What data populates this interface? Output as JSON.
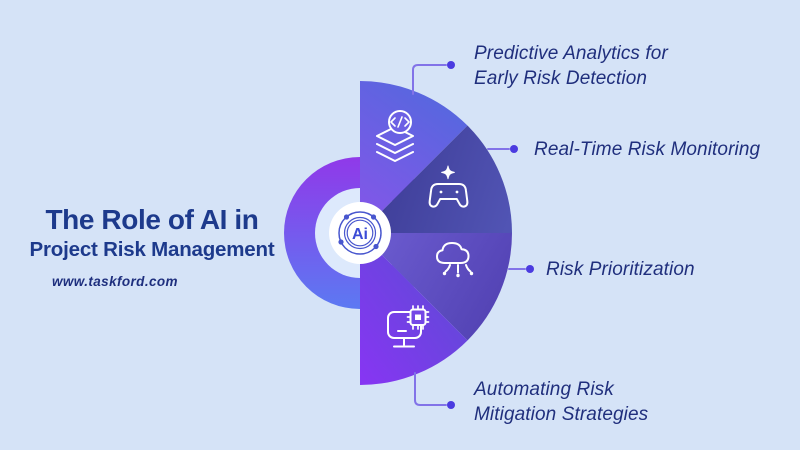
{
  "title": {
    "line1": "The Role of AI in",
    "line2": "Project Risk Management",
    "website": "www.taskford.com"
  },
  "center_badge": {
    "label": "Ai"
  },
  "segments": [
    {
      "label": "Predictive Analytics for\nEarly Risk Detection",
      "icon": "code-layers-icon",
      "color_start": "#8157e8",
      "color_end": "#5468de"
    },
    {
      "label": "Real-Time Risk Monitoring",
      "icon": "game-controller-icon",
      "color_start": "#3e3d97",
      "color_end": "#5154b4"
    },
    {
      "label": "Risk Prioritization",
      "icon": "cloud-network-icon",
      "color_start": "#6a5ace",
      "color_end": "#5343b4"
    },
    {
      "label": "Automating Risk\nMitigation Strategies",
      "icon": "monitor-chip-icon",
      "color_start": "#8636f2",
      "color_end": "#6149d8"
    }
  ],
  "colors": {
    "background": "#d5e3f7",
    "title_navy": "#1d3a8c",
    "label_navy": "#202f7d",
    "connector_line": "#8273e8",
    "connector_dot": "#4b3be0",
    "ring_top": "#9039e9",
    "ring_bottom": "#5c79f2",
    "ring_inner_disc": "#dde9fc",
    "badge_blue": "#3c4cd6"
  }
}
